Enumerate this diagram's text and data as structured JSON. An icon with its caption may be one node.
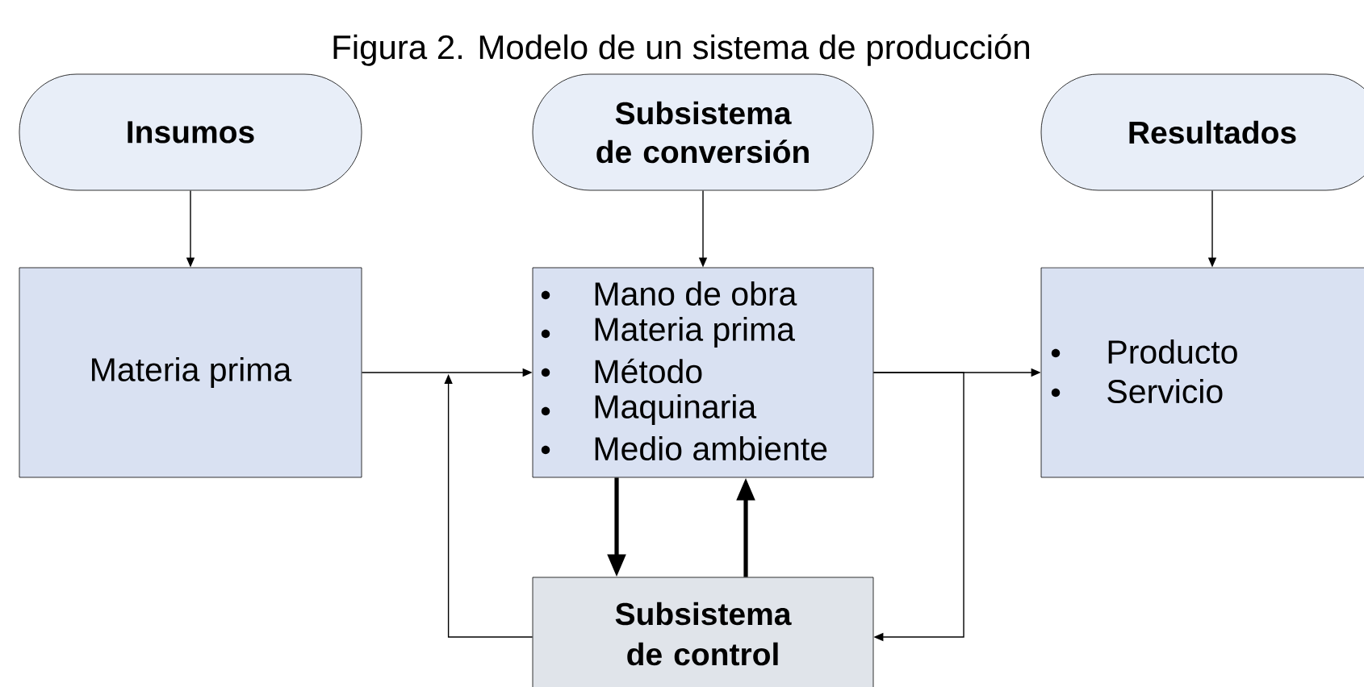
{
  "diagram": {
    "title": "Figura 2.  Modelo de un sistema de producción",
    "nodes": [
      {
        "text": [
          "Insumos"
        ]
      },
      {
        "text": [
          "Subsistema de conversión"
        ]
      },
      {
        "text": [
          "Resultados"
        ]
      },
      {
        "text": [
          "Materia prima"
        ]
      },
      {
        "text": [
          "Mano de obra",
          "Materia prima",
          "Método",
          "Maquinaria",
          "Medio ambiente"
        ]
      },
      {
        "text": [
          "Producto",
          "Servicio"
        ]
      },
      {
        "text": [
          "Subsistema de control"
        ]
      }
    ],
    "edges": [
      {
        "from": 0,
        "to": 3,
        "arrow": "to"
      },
      {
        "from": 1,
        "to": 4,
        "arrow": "to"
      },
      {
        "from": 2,
        "to": 5,
        "arrow": "to"
      },
      {
        "from": 3,
        "to": 4,
        "arrow": "to"
      },
      {
        "from": 4,
        "to": 5,
        "arrow": "to"
      },
      {
        "from": 4,
        "to": 6,
        "arrow": "to",
        "style": "thick"
      },
      {
        "from": 6,
        "to": 4,
        "arrow": "to",
        "style": "thick"
      },
      {
        "from": 4,
        "to": 6,
        "arrow": "to"
      },
      {
        "from": 6,
        "to": 4,
        "arrow": "to"
      }
    ]
  }
}
